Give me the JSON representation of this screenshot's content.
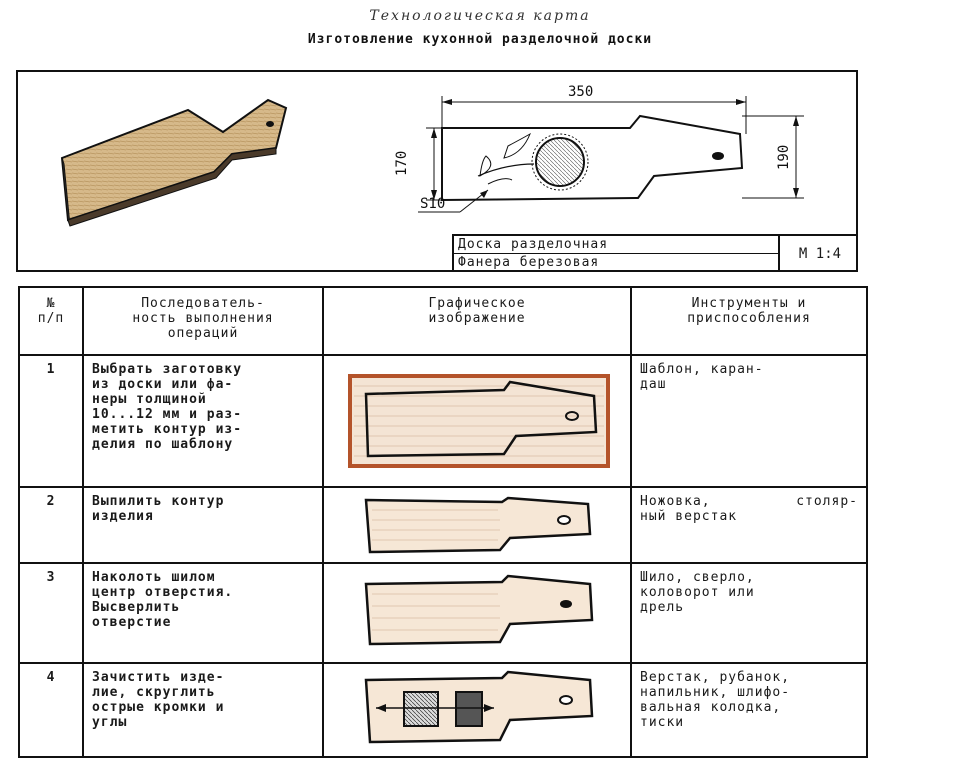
{
  "header": {
    "title": "Технологическая карта",
    "subtitle": "Изготовление кухонной разделочной доски"
  },
  "drawing": {
    "dim_length": "350",
    "dim_width": "170",
    "dim_handle": "190",
    "dim_thickness": "S10"
  },
  "title_block": {
    "name": "Доска разделочная",
    "material": "Фанера березовая",
    "scale": "М 1:4"
  },
  "table": {
    "headers": {
      "num": [
        "№",
        "п/п"
      ],
      "sequence": [
        "Последователь-",
        "ность выполнения",
        "операций"
      ],
      "graphic": [
        "Графическое",
        "изображение"
      ],
      "tools": [
        "Инструменты и",
        "приспособления"
      ]
    },
    "rows": [
      {
        "num": "1",
        "operation": [
          "Выбрать заготовку",
          "из доски или фа-",
          "неры толщиной",
          "10...12 мм и раз-",
          "метить контур из-",
          "делия по шаблону"
        ],
        "tools": [
          "Шаблон, каран-",
          "даш"
        ]
      },
      {
        "num": "2",
        "operation": [
          "Выпилить контур",
          "изделия"
        ],
        "tools_pair": [
          "Ножовка,",
          "столяр-"
        ],
        "tools": [
          "ный верстак"
        ]
      },
      {
        "num": "3",
        "operation": [
          "Наколоть шилом",
          "центр отверстия.",
          "Высверлить",
          "отверстие"
        ],
        "tools": [
          "Шило, сверло,",
          "коловорот или",
          "дрель"
        ]
      },
      {
        "num": "4",
        "operation": [
          "Зачистить изде-",
          "лие, скруглить",
          "острые кромки и",
          "углы"
        ],
        "tools": [
          "Верстак, рубанок,",
          "напильник, шлифо-",
          "вальная колодка,",
          "тиски"
        ]
      }
    ]
  }
}
